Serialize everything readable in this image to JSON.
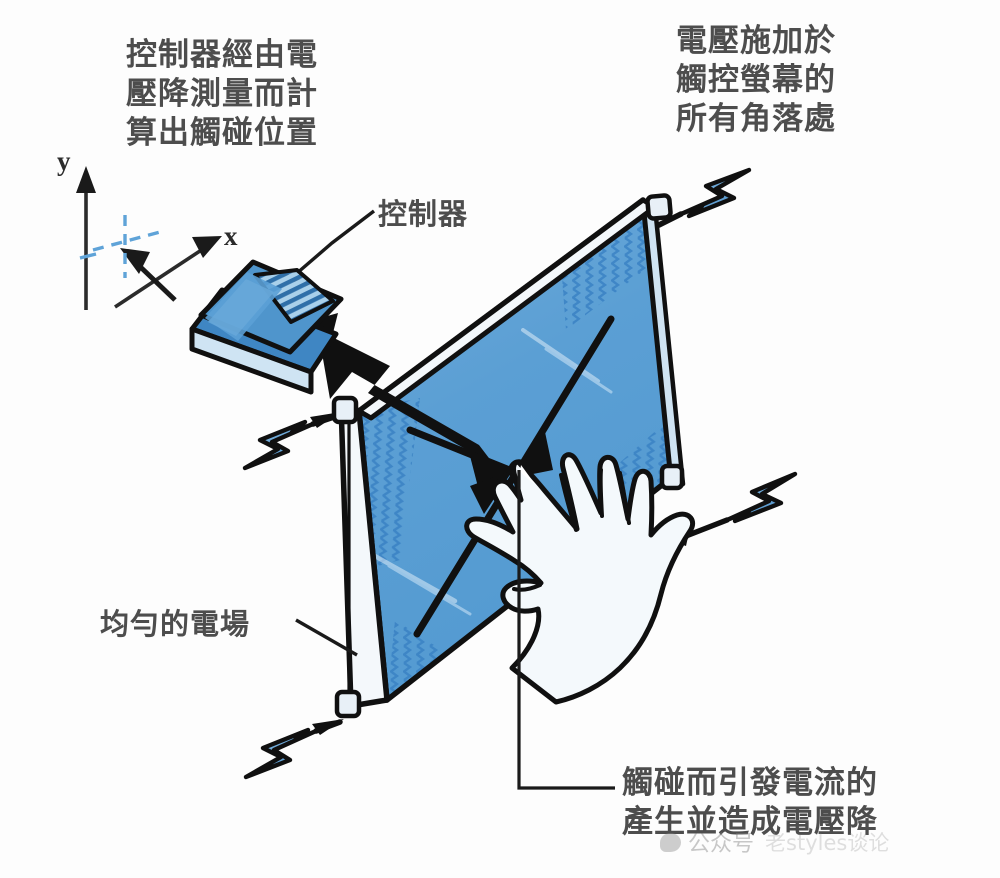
{
  "figure": {
    "title": "Resistive / analog touchscreen operating principle diagram",
    "background_color": "#ffffff"
  },
  "labels": {
    "controller_calc": "控制器經由電\n壓降測量而計\n算出觸碰位置",
    "voltage_corners": "電壓施加於\n觸控螢幕的\n所有角落處",
    "controller": "控制器",
    "uniform_field": "均勻的電場",
    "touch_current": "觸碰而引發電流的\n產生並造成電壓降"
  },
  "axes": {
    "y_letter": "y",
    "x_letter": "x"
  },
  "watermark": {
    "icon": "chat-bubble-icon",
    "text": "公众号",
    "text_secondary": "老styles谈论"
  },
  "colors": {
    "panel_blue": "#5b9fd4",
    "panel_blue_light": "#79b4de",
    "panel_blue_dark": "#2f74b4",
    "zigzag_blue": "#3f86c6",
    "bolt_blue": "#6fa9d8",
    "bolt_blue_dark": "#3d7fb8",
    "outline_black": "#121212",
    "hand_fill": "#f2f7fb",
    "text_gray": "#4d4d4d",
    "dashed_blue": "#5fa3d8"
  },
  "elements": {
    "touchscreen_panel": "blue parallelogram screen seen in perspective",
    "bezel": "dark frame along left and top edges of the panel",
    "corner_bolts": 4,
    "zigzag_field_regions": 4,
    "arrows_to_touch_point": 3,
    "arrow_to_controller": 1,
    "hand": "right hand with index finger touching the screen",
    "controller_device": "small blue rectangular controller box with striped area"
  }
}
